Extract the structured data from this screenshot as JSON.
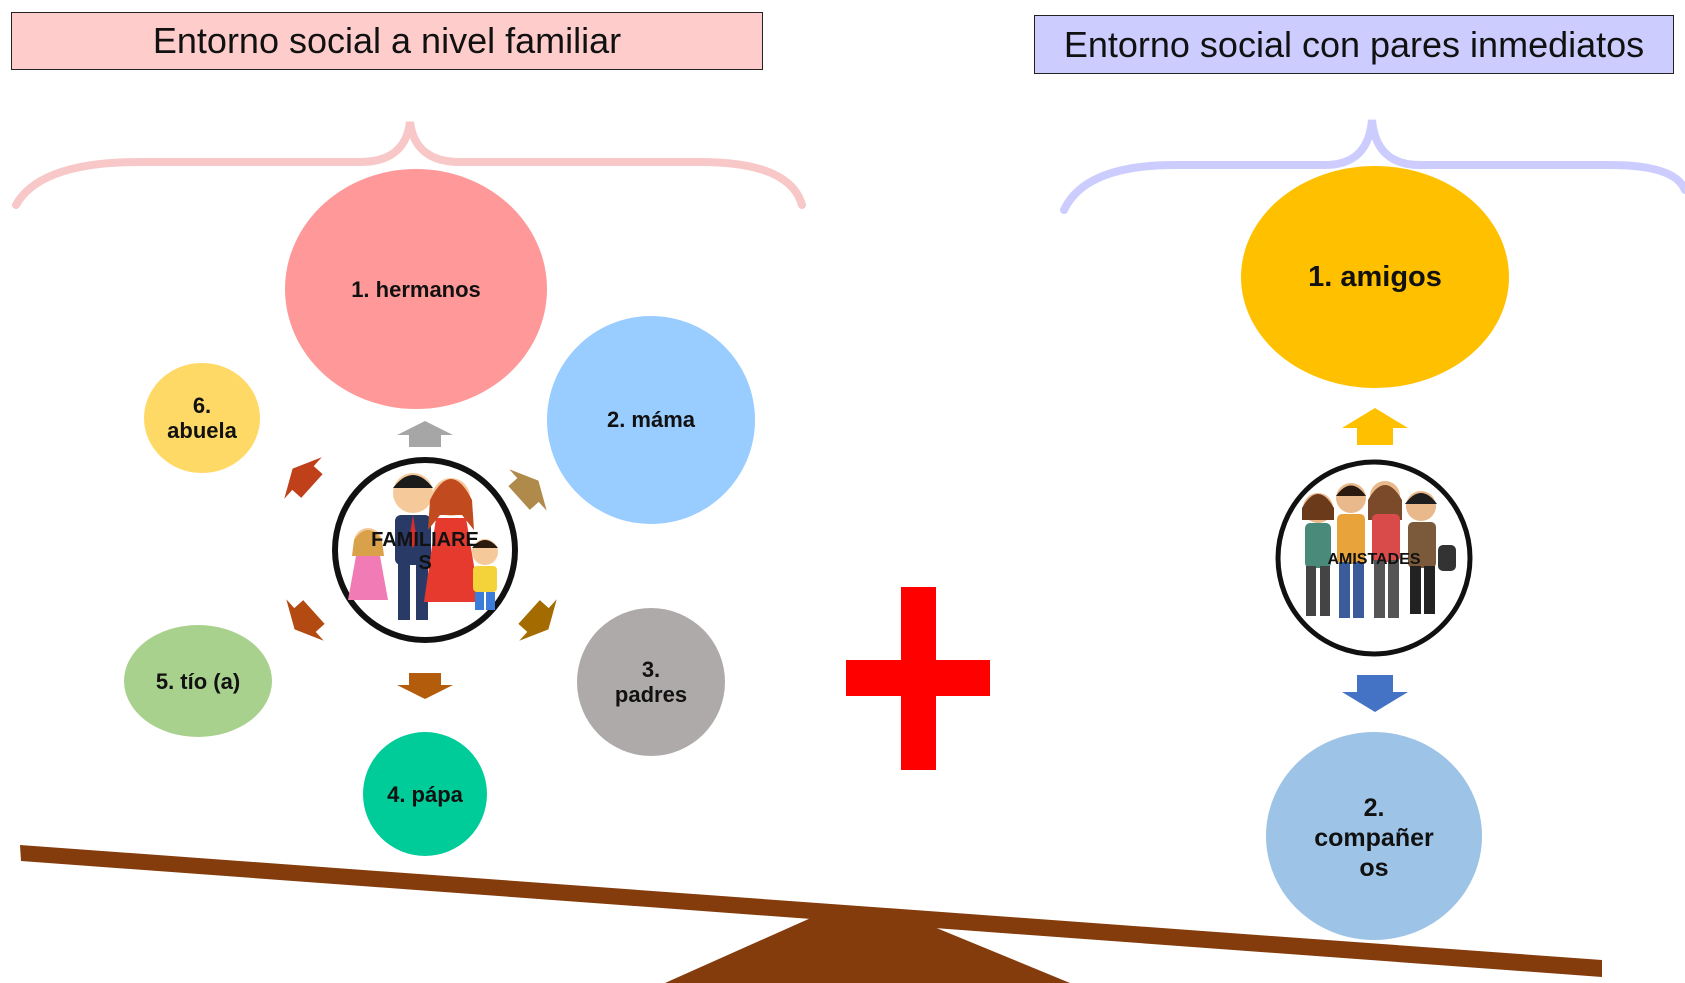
{
  "left": {
    "title": "Entorno social a nivel familiar",
    "center_label": [
      "FAMILIARE",
      "S"
    ],
    "nodes": {
      "n1": "1. hermanos",
      "n2": "2. máma",
      "n3": [
        "3.",
        "padres"
      ],
      "n4": "4. pápa",
      "n5": "5. tío (a)",
      "n6": [
        "6.",
        "abuela"
      ]
    },
    "colors": {
      "bracket": "#f8c8c8",
      "n1": "#ff9999",
      "n2": "#99ccff",
      "n3": "#aeaaaa",
      "n4": "#00cc99",
      "n5": "#a9d18e",
      "n6": "#ffd966"
    }
  },
  "right": {
    "title": "Entorno social con pares inmediatos",
    "center_label": "AMISTADES",
    "nodes": {
      "n1": "1. amigos",
      "n2": [
        "2.",
        "compañer",
        "os"
      ]
    },
    "colors": {
      "bracket": "#ccccff",
      "n1": "#ffc000",
      "n2": "#9dc3e6",
      "arrow_up": "#ffc000",
      "arrow_down": "#4472c4"
    }
  },
  "plus_color": "#ff0000",
  "seesaw_color": "#843c0c"
}
